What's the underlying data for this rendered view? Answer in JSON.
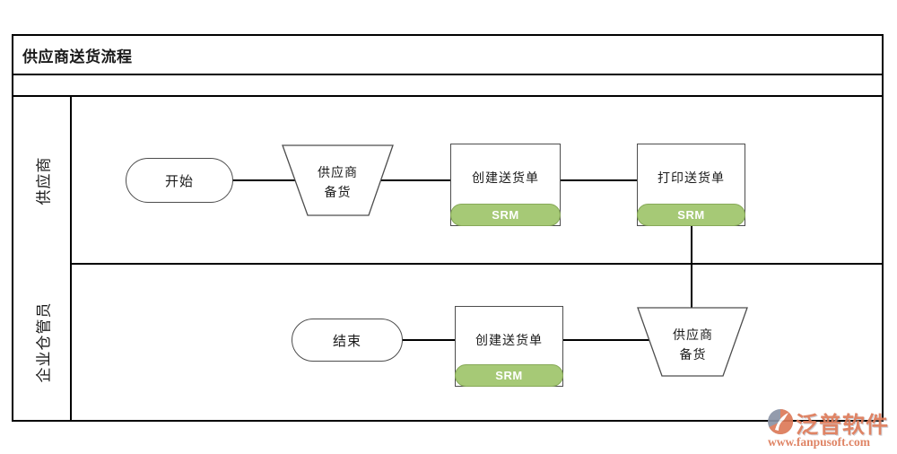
{
  "title": "供应商送货流程",
  "lanes": {
    "supplier": "供应商",
    "warehouse": "企业仓管员"
  },
  "nodes": {
    "start": "开始",
    "prepare1_line1": "供应商",
    "prepare1_line2": "备货",
    "create1": "创建送货单",
    "print1": "打印送货单",
    "end": "结束",
    "create2": "创建送货单",
    "prepare2_line1": "供应商",
    "prepare2_line2": "备货",
    "badge": "SRM"
  },
  "watermark": {
    "brand": "泛普软件",
    "url": "www.fanpusoft.com"
  },
  "colors": {
    "badge_fill": "#a6c976",
    "badge_border": "#87a958",
    "badge_text": "#ffffff",
    "line": "#000000",
    "shape_border": "#4d4d4d",
    "watermark_accent": "#dd7a58",
    "watermark_gray": "#8a93a5"
  }
}
